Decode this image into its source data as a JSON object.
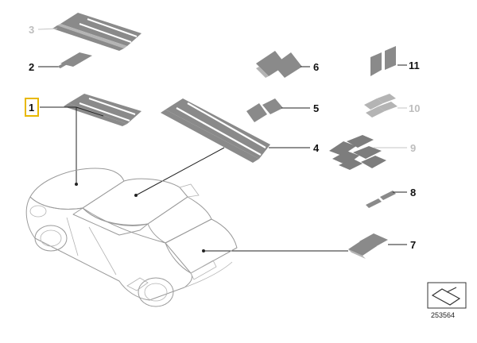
{
  "callouts": {
    "c1": "1",
    "c2": "2",
    "c3": "3",
    "c4": "4",
    "c5": "5",
    "c6": "6",
    "c7": "7",
    "c8": "8",
    "c9": "9",
    "c10": "10",
    "c11": "11"
  },
  "highlighted_callout": "1",
  "diagram_id": "253564",
  "colors": {
    "highlight": "#e8b800",
    "decal": "#8a8a8a",
    "dimmed_label": "#bdbdbd"
  }
}
